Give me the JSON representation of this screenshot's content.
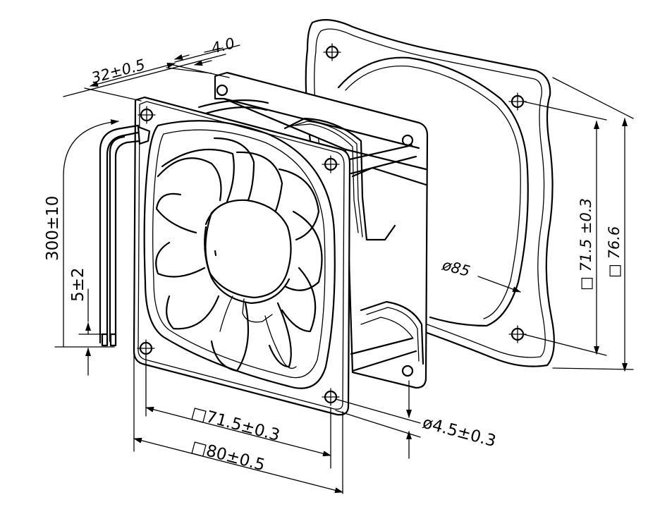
{
  "dimensions": {
    "depth": "32±0.5",
    "flange": "4.0",
    "cable_length": "300±10",
    "strip": "5±2",
    "hole_spacing_front": "□71.5±0.3",
    "frame_size": "□80±0.5",
    "hole_diameter": "ø4.5±0.3",
    "guard_diameter": "ø85",
    "guard_hole_spacing": "□ 71.5 ±0.3",
    "guard_size": "□ 76.6"
  }
}
